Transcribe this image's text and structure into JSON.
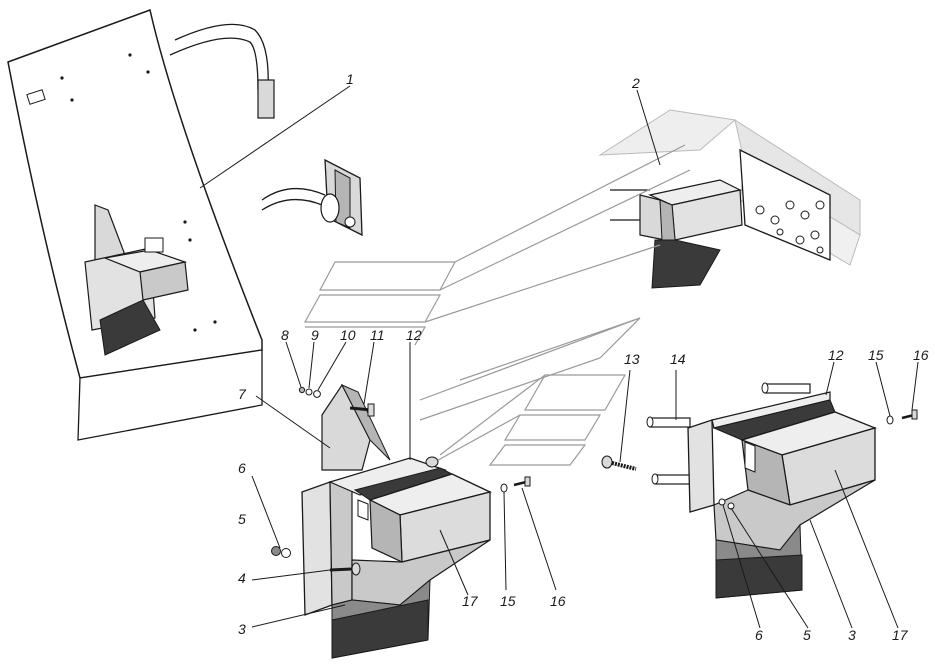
{
  "title": "",
  "labels": {
    "l1": "1",
    "l2": "2",
    "l3a": "3",
    "l4": "4",
    "l5a": "5",
    "l6a": "6",
    "l7": "7",
    "l8": "8",
    "l9": "9",
    "l10": "10",
    "l11": "11",
    "l12a": "12",
    "l13": "13",
    "l14": "14",
    "l12b": "12",
    "l15a": "15",
    "l16a": "16",
    "l17a": "17",
    "l15b": "15",
    "l16b": "16",
    "l6b": "6",
    "l5b": "5",
    "l3b": "3",
    "l17b": "17"
  },
  "colors": {
    "line": "#1a1a1a",
    "steel_light": "#d9d9d9",
    "steel_mid": "#b5b5b5",
    "steel_dark": "#8a8a8a",
    "rubber": "#3a3a3a",
    "connector": "#9a9a9a",
    "frame": "#e8e8e8"
  }
}
